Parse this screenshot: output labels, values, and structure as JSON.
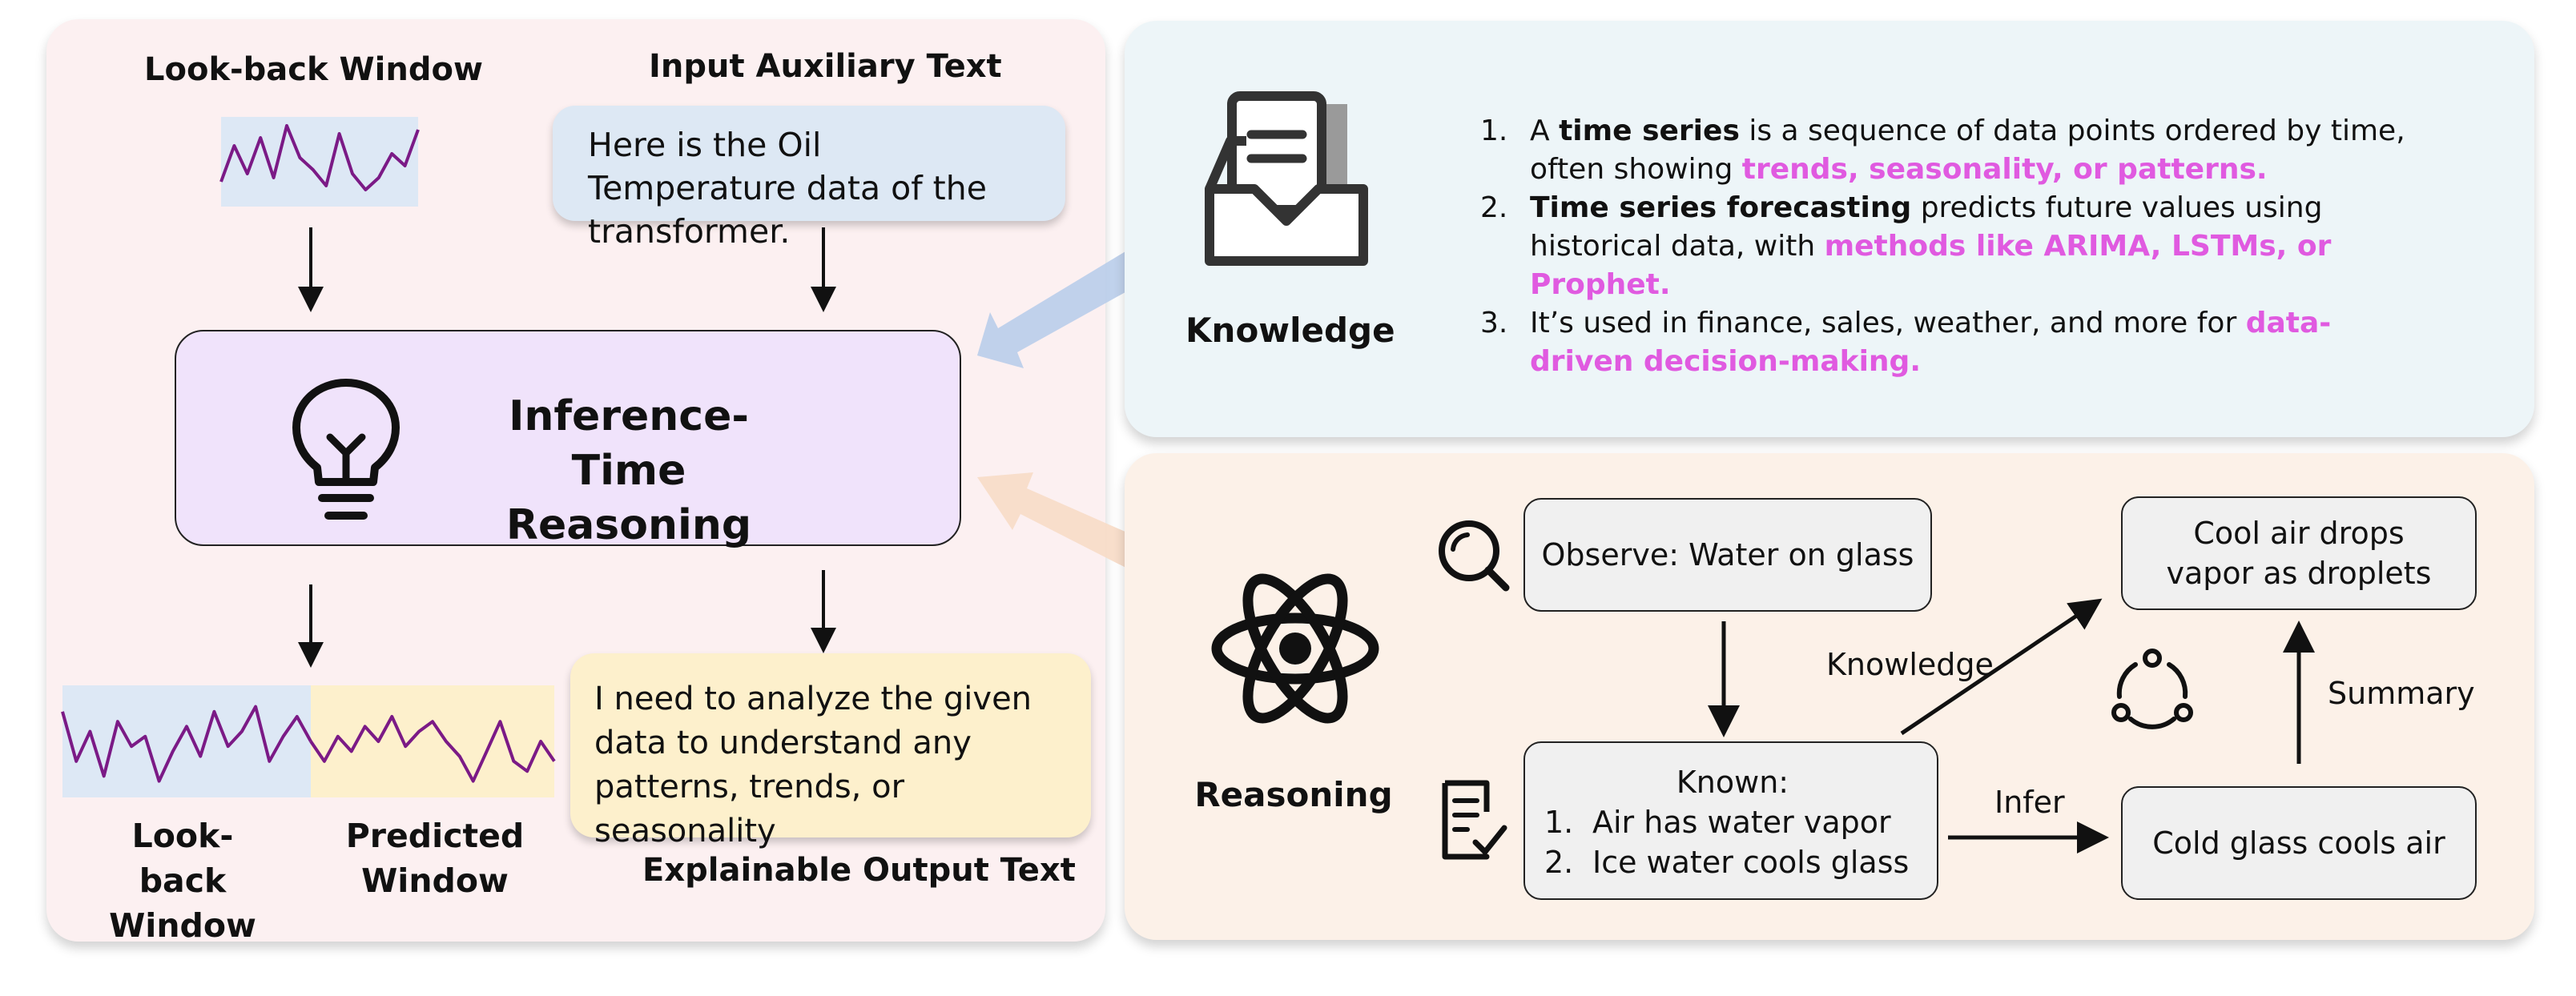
{
  "left": {
    "lookback_title": "Look-back Window",
    "input_title": "Input Auxiliary Text",
    "input_text": "Here is the Oil Temperature data of the transformer.",
    "reasoning_box": "Inference-Time Reasoning",
    "lookback_label": "Look-back Window",
    "predicted_label": "Predicted Window",
    "output_text": "I need to analyze the given data to understand any patterns, trends, or seasonality",
    "output_title": "Explainable Output Text"
  },
  "knowledge": {
    "label": "Knowledge",
    "items": [
      {
        "num": "1.",
        "parts": [
          {
            "t": "A ",
            "s": ""
          },
          {
            "t": "time series",
            "s": "b"
          },
          {
            "t": " is a sequence of data points ordered by time, often showing ",
            "s": ""
          },
          {
            "t": "trends, seasonality, or patterns.",
            "s": "p"
          }
        ]
      },
      {
        "num": "2.",
        "parts": [
          {
            "t": "Time series forecasting",
            "s": "b"
          },
          {
            "t": " predicts future values using historical data, with ",
            "s": ""
          },
          {
            "t": "methods like ARIMA, LSTMs, or Prophet.",
            "s": "p"
          }
        ]
      },
      {
        "num": "3.",
        "parts": [
          {
            "t": "It’s used in finance, sales, weather, and more for ",
            "s": ""
          },
          {
            "t": "data-driven decision-making.",
            "s": "p"
          }
        ]
      }
    ]
  },
  "reasoning": {
    "label": "Reasoning",
    "observe": "Observe: Water on glass",
    "known_title": "Known:",
    "known_items": [
      {
        "num": "1.",
        "text": "Air has water vapor"
      },
      {
        "num": "2.",
        "text": "Ice water cools glass"
      }
    ],
    "cool_air": "Cool air drops vapor as droplets",
    "cold_glass": "Cold glass cools air",
    "edge_knowledge": "Knowledge",
    "edge_infer": "Infer",
    "edge_summary": "Summary"
  },
  "colors": {
    "left_bg": "#fcf0f1",
    "knowledge_bg": "#edf5f8",
    "reasoning_bg": "#fcf1e8",
    "reasoning_box": "#f0e3fb",
    "input_box": "#dde8f4",
    "output_box": "#fdf0cc",
    "series": "#7b1a86",
    "lookback_shade": "#dde8f5",
    "predicted_shade": "#fdf0cc",
    "accent_pink": "#e05ae0",
    "arrow_blue": "#b9cdea",
    "arrow_peach": "#f8dcc8"
  },
  "icons": [
    "lightbulb-icon",
    "inbox-document-icon",
    "atom-icon",
    "magnifier-icon",
    "checklist-icon",
    "cycle-icon"
  ],
  "series": {
    "lookback_small": [
      0.25,
      0.7,
      0.35,
      0.8,
      0.3,
      0.95,
      0.55,
      0.4,
      0.2,
      0.85,
      0.35,
      0.15,
      0.3,
      0.6,
      0.45,
      0.9
    ],
    "lookback_bottom": [
      0.8,
      0.3,
      0.6,
      0.15,
      0.7,
      0.45,
      0.55,
      0.1,
      0.4,
      0.65,
      0.35,
      0.8,
      0.45,
      0.6,
      0.85,
      0.3,
      0.55,
      0.75,
      0.5
    ],
    "predicted_bottom": [
      0.3,
      0.55,
      0.4,
      0.65,
      0.5,
      0.75,
      0.45,
      0.6,
      0.7,
      0.5,
      0.35,
      0.1,
      0.4,
      0.7,
      0.3,
      0.2,
      0.5,
      0.3
    ]
  }
}
